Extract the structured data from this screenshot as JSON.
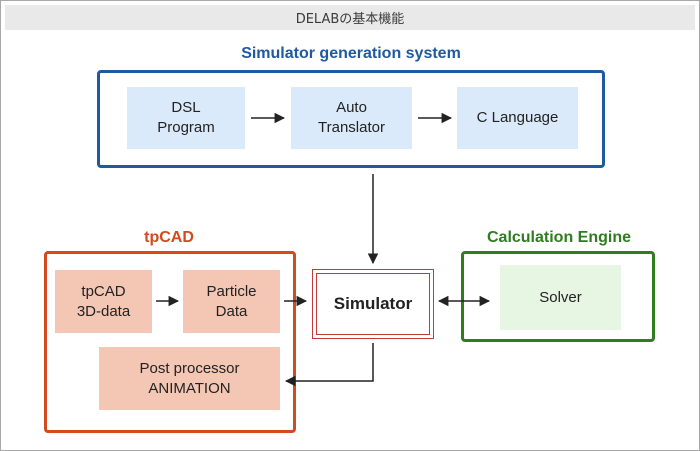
{
  "header": {
    "title": "DELABの基本機能"
  },
  "groups": {
    "simgen": {
      "title": "Simulator generation system",
      "color": "#1f5aa0"
    },
    "tpcad": {
      "title": "tpCAD",
      "color": "#d24a1e"
    },
    "engine": {
      "title": "Calculation Engine",
      "color": "#2f7d1f"
    }
  },
  "nodes": {
    "dsl": "DSL\nProgram",
    "auto_translator": "Auto\nTranslator",
    "c_language": "C Language",
    "tpcad_3d": "tpCAD\n3D-data",
    "particle_data": "Particle\nData",
    "post_processor": "Post processor\nANIMATION",
    "simulator": "Simulator",
    "solver": "Solver"
  },
  "edges": [
    {
      "from": "dsl",
      "to": "auto_translator"
    },
    {
      "from": "auto_translator",
      "to": "c_language"
    },
    {
      "from": "simgen",
      "to": "simulator"
    },
    {
      "from": "tpcad_3d",
      "to": "particle_data"
    },
    {
      "from": "particle_data",
      "to": "simulator"
    },
    {
      "from": "simulator",
      "to": "solver",
      "bidirectional": true
    },
    {
      "from": "simulator",
      "to": "post_processor"
    }
  ]
}
